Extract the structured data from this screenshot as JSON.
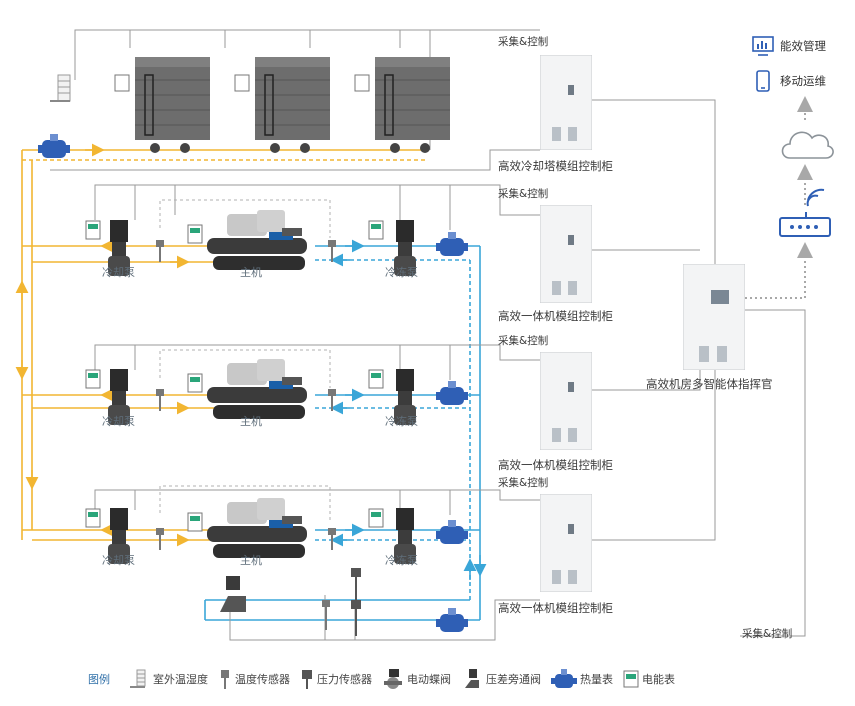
{
  "collect_control": "采集&控制",
  "cabinets": {
    "cooling_tower": "高效冷却塔模组控制柜",
    "integrated_1": "高效一体机模组控制柜",
    "integrated_2": "高效一体机模组控制柜",
    "integrated_3": "高效一体机模组控制柜",
    "command_center": "高效机房多智能体指挥官"
  },
  "equipment": {
    "cooling_pump": "冷却泵",
    "chiller": "主机",
    "chilled_pump": "冷冻泵"
  },
  "topright": {
    "energy_mgmt": "能效管理",
    "mobile_ops": "移动运维"
  },
  "legend": {
    "title": "图例",
    "items": [
      "室外温湿度",
      "温度传感器",
      "压力传感器",
      "电动蝶阀",
      "压差旁通阀",
      "热量表",
      "电能表"
    ]
  },
  "colors": {
    "cooling_water": "#f2b632",
    "chilled_water": "#3aa6d8",
    "signal_line": "#9a9a9a",
    "network": "#a8a8a8"
  }
}
